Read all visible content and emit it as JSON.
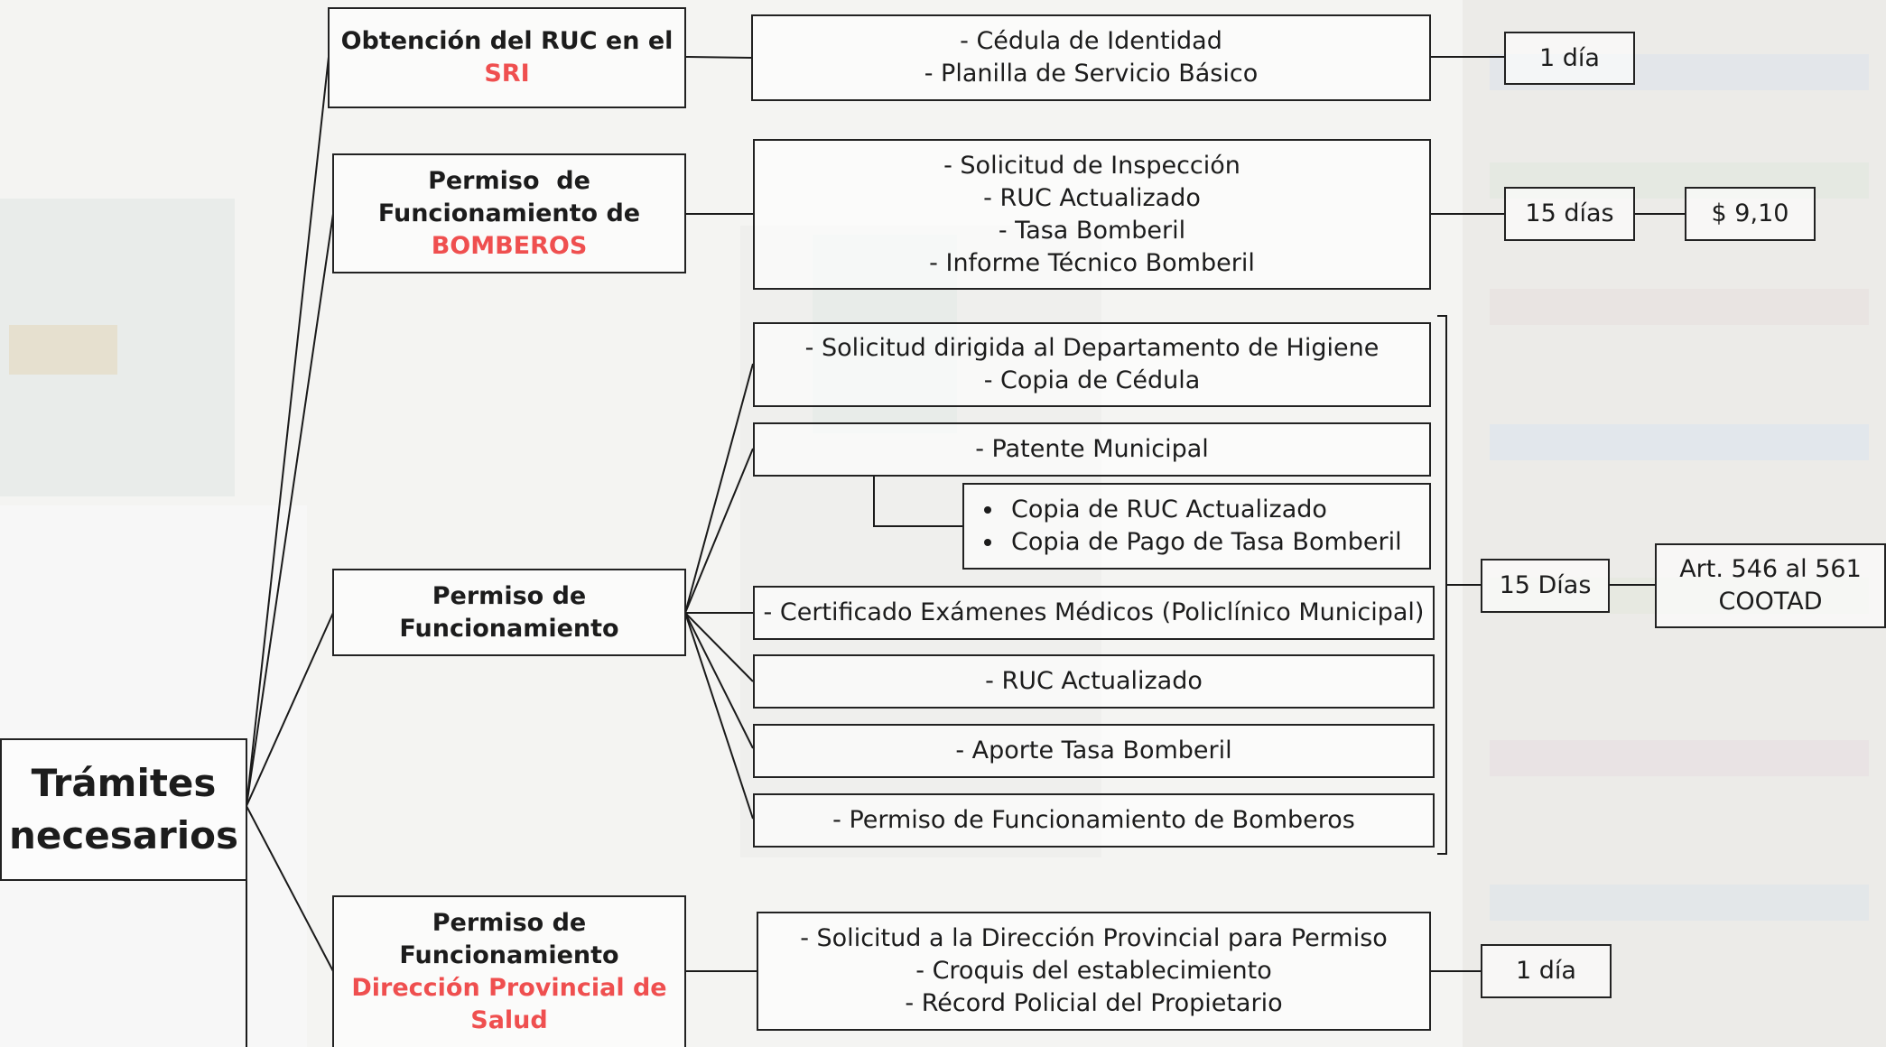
{
  "root": {
    "line1": "Trámites",
    "line2": "necesarios"
  },
  "procedures": [
    {
      "title_line1": "Obtención del RUC en el",
      "title_highlight": "SRI",
      "requirements": [
        "- Cédula de Identidad",
        "- Planilla de Servicio Básico"
      ],
      "time": "1 día"
    },
    {
      "title_line1": "Permiso  de",
      "title_line2": "Funcionamiento de",
      "title_highlight": "BOMBEROS",
      "requirements": [
        "- Solicitud de Inspección",
        "- RUC Actualizado",
        "- Tasa Bomberil",
        "- Informe Técnico Bomberil"
      ],
      "time": "15 días",
      "cost": "$ 9,10"
    },
    {
      "title_line1": "Permiso de",
      "title_line2": "Funcionamiento",
      "req_higiene": [
        "- Solicitud dirigida al Departamento de Higiene",
        "- Copia de Cédula"
      ],
      "req_patente": "- Patente Municipal",
      "patente_sub": [
        "Copia de RUC Actualizado",
        "Copia de Pago de Tasa Bomberil"
      ],
      "req_certificado": "- Certificado Exámenes Médicos (Policlínico Municipal)",
      "req_ruc": "- RUC Actualizado",
      "req_aporte": "- Aporte Tasa Bomberil",
      "req_bomberos": "- Permiso de Funcionamiento de Bomberos",
      "time": "15 Días",
      "legal_line1": "Art. 546 al 561",
      "legal_line2": "COOTAD"
    },
    {
      "title_line1": "Permiso de",
      "title_line2": "Funcionamiento",
      "title_highlight_line1": "Dirección Provincial de",
      "title_highlight_line2": "Salud",
      "requirements": [
        "- Solicitud a la Dirección Provincial para Permiso",
        "- Croquis del establecimiento",
        "- Récord Policial del Propietario"
      ],
      "time": "1 día"
    }
  ],
  "colors": {
    "highlight": "#ef4f4f",
    "border": "#222222"
  }
}
